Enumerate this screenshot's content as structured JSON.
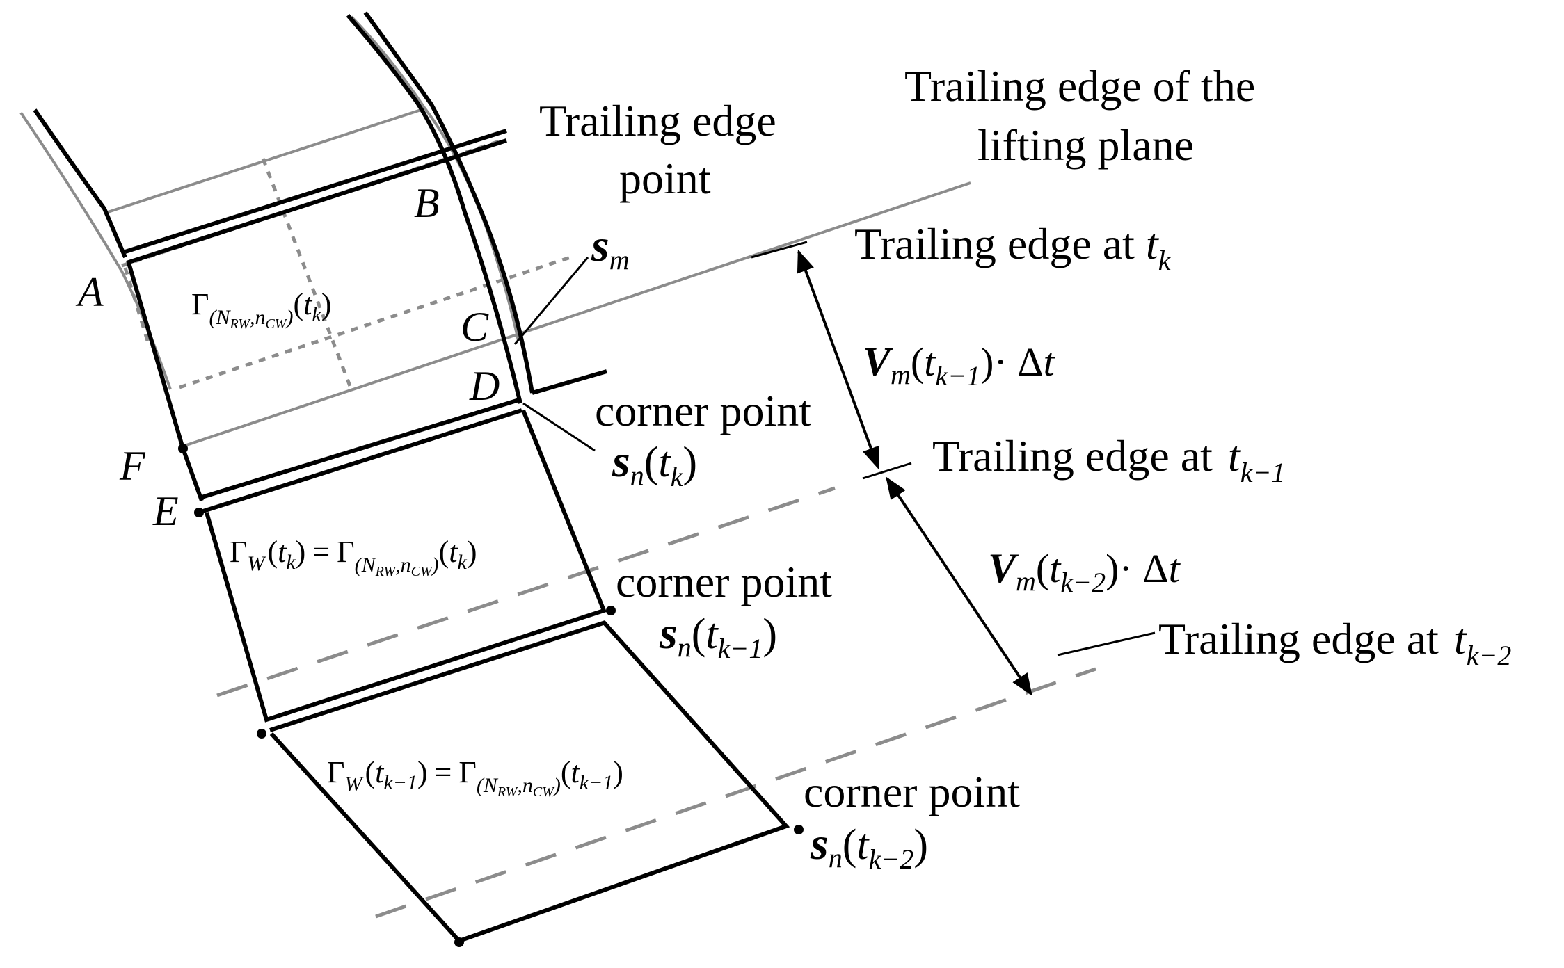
{
  "labels": {
    "trailing_edge_lifting_plane_line1": "Trailing edge of the",
    "trailing_edge_lifting_plane_line2": "lifting plane",
    "trailing_edge_point_line1": "Trailing edge",
    "trailing_edge_point_line2": "point",
    "trailing_edge_at": "Trailing edge at",
    "corner_point": "corner point",
    "velocity_delta": "· Δ"
  },
  "points": {
    "A": "A",
    "B": "B",
    "C": "C",
    "D": "D",
    "E": "E",
    "F": "F"
  },
  "symbols": {
    "s": "s",
    "m": "m",
    "n": "n",
    "t": "t",
    "V": "V",
    "k": "k",
    "k_minus_1": "k−1",
    "k_minus_2": "k−2",
    "Gamma": "Γ",
    "W": "W",
    "N_RW": "N",
    "RW": "RW",
    "n_CW": "n",
    "CW": "CW",
    "equals": "=",
    "comma": ",",
    "lparen": "(",
    "rparen": ")"
  },
  "colors": {
    "line": "#000000",
    "grey": "#8c8c8c",
    "dash": "#8c8c8c"
  }
}
